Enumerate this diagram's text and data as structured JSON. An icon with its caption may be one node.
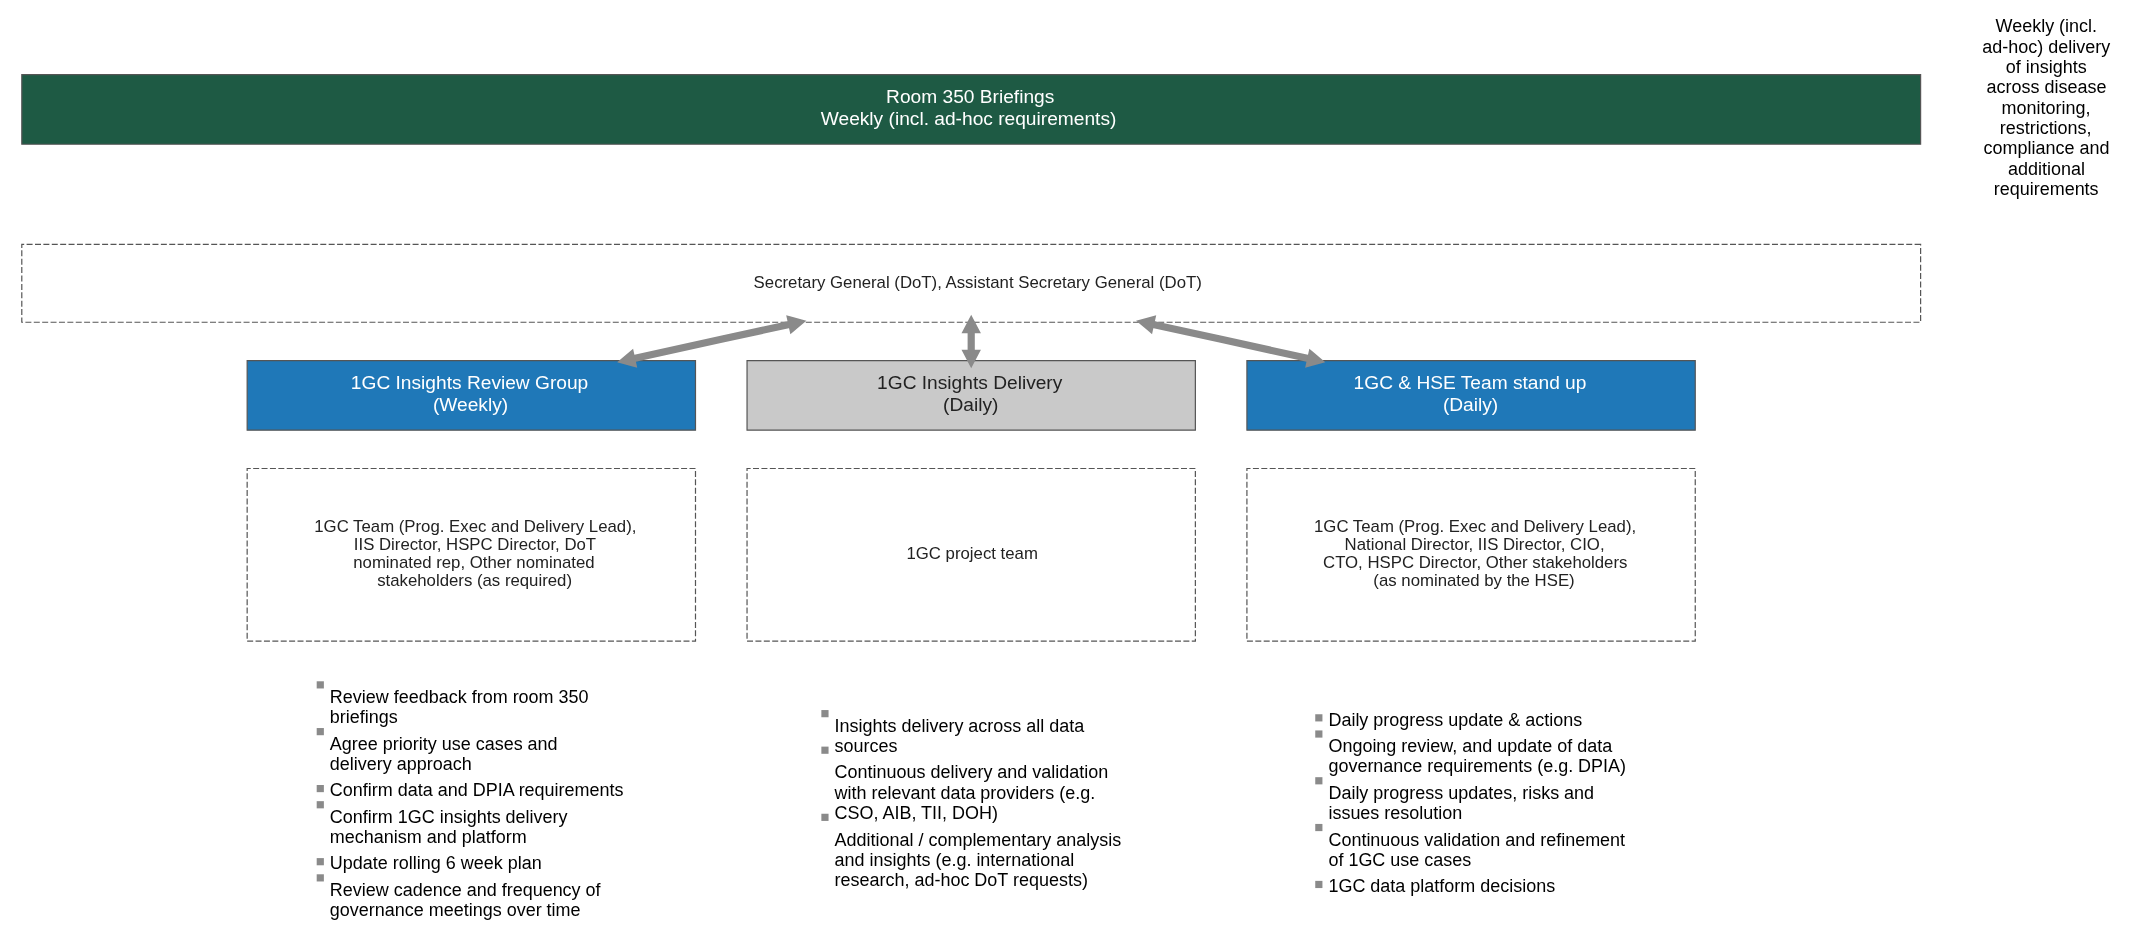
{
  "diagram": {
    "nodes": [
      {
        "text": [
          "Room 350 Briefings",
          "Weekly (incl. ad-hoc requirements)"
        ]
      },
      {
        "text": [
          "Secretary General (DoT), Assistant Secretary General (DoT)"
        ]
      },
      {
        "text": [
          "1GC Insights Review Group",
          "(Weekly)"
        ]
      },
      {
        "text": [
          "1GC Team (Prog. Exec and Delivery Lead), IIS Director, HSPC Director, DoT nominated rep, Other nominated stakeholders (as required)"
        ],
        "beside": [
          "Review feedback from room 350 briefings",
          "Agree priority use cases and delivery approach",
          "Confirm data and DPIA requirements",
          "Confirm 1GC insights delivery mechanism and platform",
          "Update rolling 6 week plan",
          "Review cadence and frequency of governance meetings over time"
        ]
      },
      {
        "text": [
          "1GC Insights Delivery",
          "(Daily)"
        ]
      },
      {
        "text": [
          "1GC project team"
        ],
        "beside": [
          "Insights delivery across all data sources",
          "Continuous delivery and validation with relevant data providers (e.g. CSO, AIB, TII, DOH)",
          "Additional / complementary analysis and insights (e.g. international research, ad-hoc DoT requests)"
        ]
      },
      {
        "text": [
          "1GC & HSE Team stand up",
          "(Daily)"
        ]
      },
      {
        "text": [
          "1GC Team (Prog. Exec and Delivery Lead), National Director, IIS Director, CIO, CTO, HSPC Director, Other stakeholders (as nominated by the HSE)"
        ],
        "beside": [
          "Daily progress update & actions",
          "Ongoing review, and update of data governance requirements (e.g. DPIA)",
          "Daily progress updates, risks and issues resolution",
          "Continuous validation and refinement of 1GC use cases",
          "1GC data platform decisions"
        ]
      }
    ],
    "edges": [
      {
        "from": 1,
        "to": 2,
        "arrow": "both"
      },
      {
        "from": 1,
        "to": 4,
        "arrow": "both"
      },
      {
        "from": 1,
        "to": 6,
        "arrow": "both"
      }
    ],
    "labels": [
      "Weekly (incl. ad-hoc) delivery of insights across disease monitoring, restrictions, compliance and additional requirements"
    ]
  }
}
